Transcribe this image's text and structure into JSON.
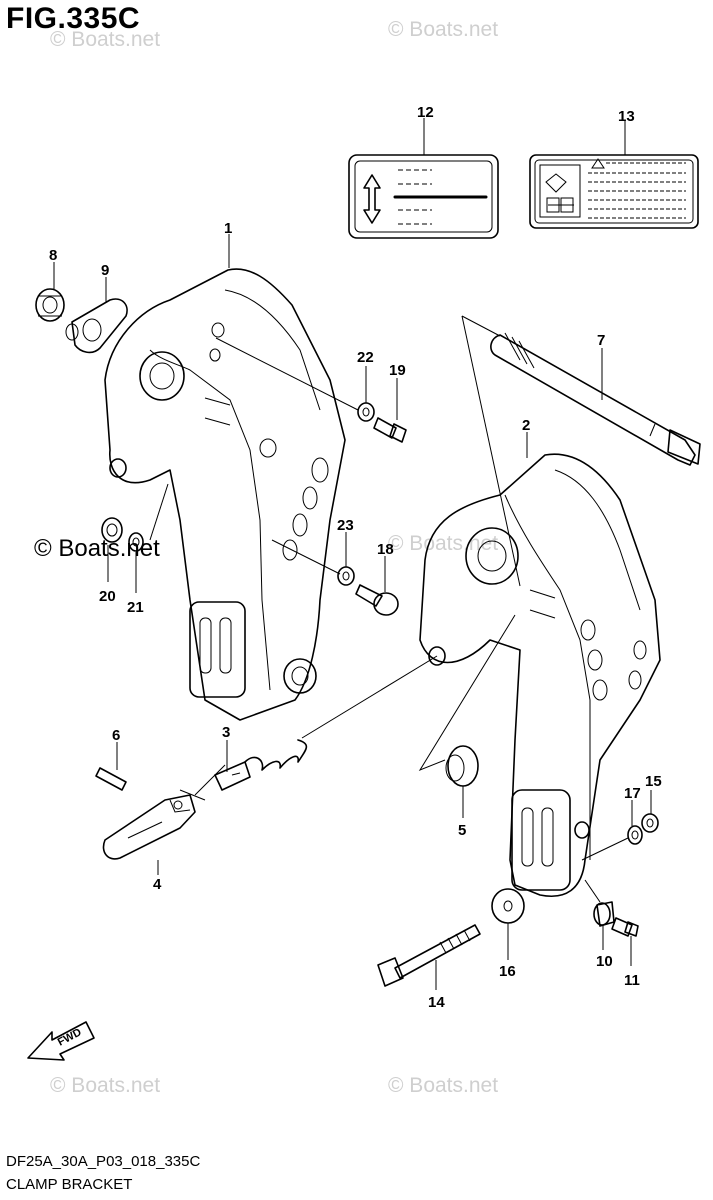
{
  "figure": {
    "title": "FIG.335C",
    "code": "DF25A_30A_P03_018_335C",
    "name": "CLAMP BRACKET"
  },
  "watermarks": {
    "text": "© Boats.net",
    "prominent_text": "© Boats.net"
  },
  "direction_label": "FWD",
  "callouts": [
    "1",
    "2",
    "3",
    "4",
    "5",
    "6",
    "7",
    "8",
    "9",
    "10",
    "11",
    "12",
    "13",
    "14",
    "15",
    "16",
    "17",
    "18",
    "19",
    "20",
    "21",
    "22",
    "23"
  ]
}
